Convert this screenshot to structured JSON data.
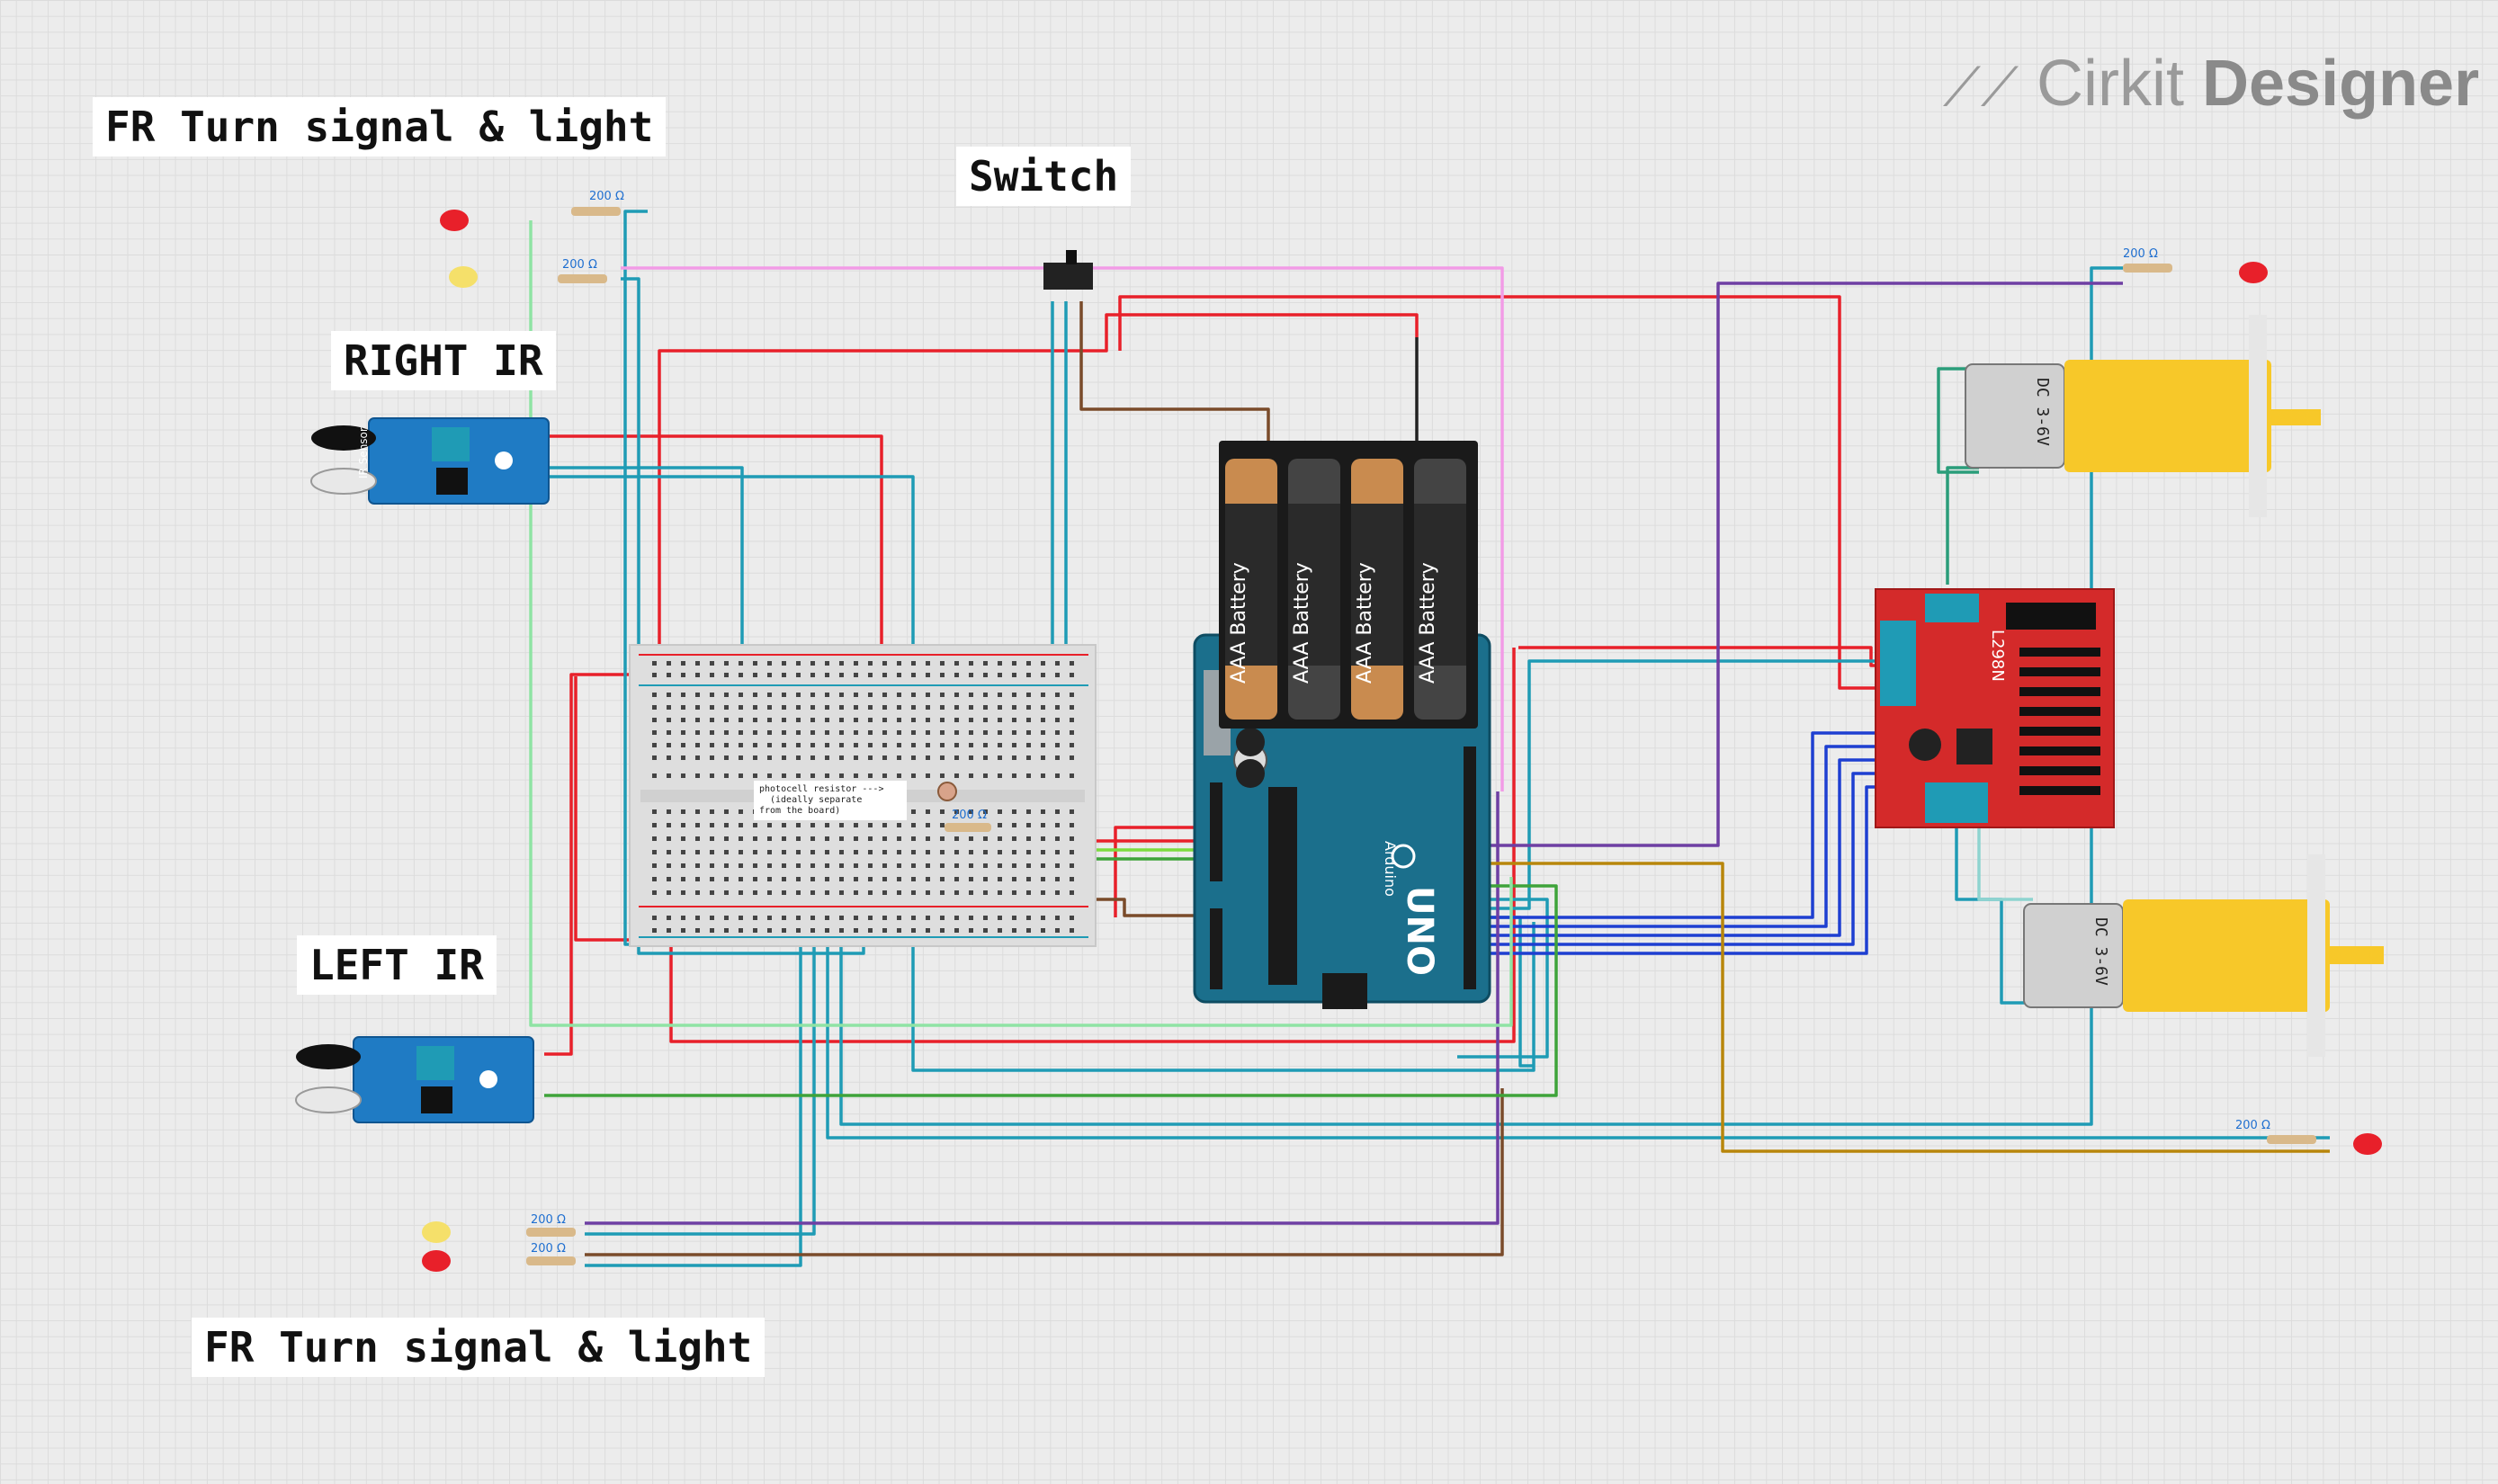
{
  "brand": {
    "name_light": "Cirkit",
    "name_bold": "Designer",
    "icon": "cirkit-logo-icon"
  },
  "labels": {
    "fr_turn_top": "FR Turn signal & light",
    "switch": "Switch",
    "right_ir": "RIGHT IR",
    "left_ir": "LEFT IR",
    "fr_turn_bottom": "FR Turn signal & light"
  },
  "note": {
    "line1": "photocell resistor --->",
    "line2": "(ideally separate",
    "line3": "from the board)"
  },
  "components": {
    "battery_label": "AAA Battery",
    "motor_label": "DC 3-6V",
    "driver_label": "L298N",
    "ir_label": "IR Sensor",
    "arduino_brand": "Arduino",
    "arduino_model": "UNO",
    "resistor_value": "200 Ω"
  },
  "colors": {
    "red": "#e8202a",
    "blue": "#1f9bb5",
    "purple": "#6e3fa3",
    "brown": "#7a4b2a",
    "green": "#3ea33a",
    "pink": "#f29be6",
    "olive": "#b8860b",
    "darkblue": "#1e3fd1",
    "black": "#222222",
    "lightgreen": "#8fe3a4",
    "yellow": "#f7c829",
    "board": "#1b6f8c",
    "driver": "#d42a2a"
  }
}
